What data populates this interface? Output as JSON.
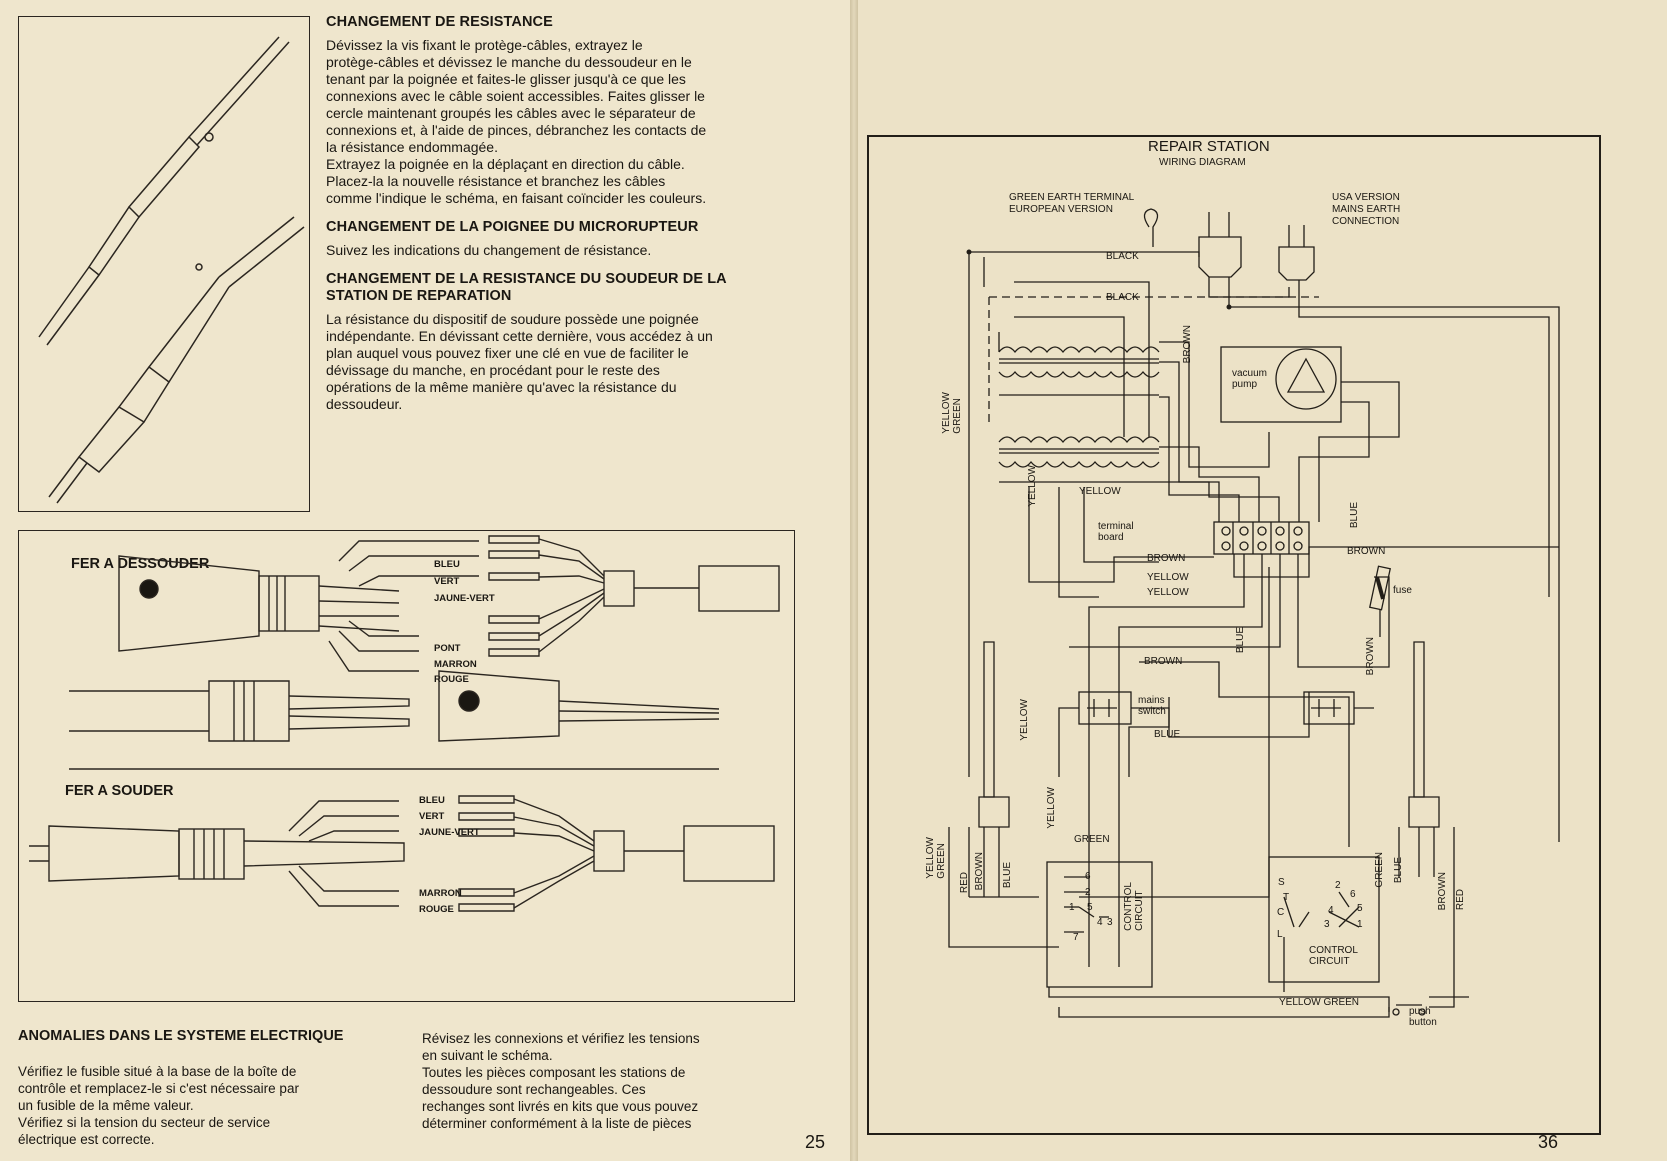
{
  "left_page": {
    "sections": [
      {
        "title": "CHANGEMENT DE RESISTANCE",
        "body": "Dévissez la vis fixant le protège-câbles, extrayez le\nprotège-câbles et dévissez le manche du dessoudeur en le\ntenant par la poignée et faites-le glisser jusqu'à ce que les\nconnexions avec le câble soient accessibles. Faites glisser le\ncercle maintenant groupés les câbles avec le séparateur de\nconnexions et, à l'aide de pinces, débranchez les contacts de\nla résistance endommagée.\nExtrayez la poignée en la déplaçant en direction du câble.\nPlacez-la la nouvelle résistance et branchez les câbles\ncomme l'indique le schéma, en faisant coïncider les couleurs."
      },
      {
        "title": "CHANGEMENT DE LA POIGNEE DU MICRORUPTEUR",
        "body": "Suivez les indications du changement de résistance."
      },
      {
        "title": "CHANGEMENT DE LA RESISTANCE DU SOUDEUR DE LA\nSTATION DE REPARATION",
        "body": "La résistance du dispositif de soudure possède une poignée\nindépendante. En dévissant cette dernière, vous accédez à un\nplan auquel vous pouvez fixer une clé en vue de faciliter le\ndévissage du manche, en procédant pour le reste des\nopérations de la même manière qu'avec la résistance du\ndessoudeur."
      }
    ],
    "figure": {
      "desoldering_label": "FER A DESSOUDER",
      "desoldering_wires_top": [
        "BLEU",
        "VERT",
        "JAUNE-VERT"
      ],
      "desoldering_wires_bottom": [
        "PONT",
        "MARRON",
        "ROUGE"
      ],
      "soldering_label": "FER A SOUDER",
      "soldering_wires_top": [
        "BLEU",
        "VERT",
        "JAUNE-VERT"
      ],
      "soldering_wires_bottom": [
        "MARRON",
        "ROUGE"
      ]
    },
    "bottom": {
      "heading": "ANOMALIES DANS LE SYSTEME ELECTRIQUE",
      "left_text": "Vérifiez le fusible situé à la base de la boîte de\ncontrôle et remplacez-le si c'est nécessaire par\nun fusible de la même valeur.\nVérifiez si la tension du secteur de service\nélectrique est correcte.",
      "right_text": "Révisez les connexions et vérifiez les tensions\nen suivant le schéma.\nToutes les pièces composant les stations de\ndessoudure sont rechangeables. Ces\nrechanges sont livrés en kits que vous pouvez\ndéterminer conformément à la liste de pièces"
    },
    "page_number": "25"
  },
  "right_page": {
    "title": "REPAIR STATION",
    "subtitle": "WIRING DIAGRAM",
    "labels": {
      "earth_terminal": "GREEN EARTH TERMINAL\nEUROPEAN VERSION",
      "usa_version": "USA VERSION\nMAINS EARTH\nCONNECTION",
      "black": "BLACK",
      "brown": "BROWN",
      "yellow": "YELLOW",
      "yellow_green": "YELLOW\nGREEN",
      "blue": "BLUE",
      "green": "GREEN",
      "red": "RED",
      "vacuum_pump": "vacuum\npump",
      "terminal_board": "terminal\nboard",
      "fuse": "fuse",
      "mains_switch": "mains\nswitch",
      "control_circuit": "CONTROL\nCIRCUIT",
      "yellow_green_inline": "YELLOW GREEN",
      "push_button": "push\nbutton"
    },
    "left_circuit_pins": [
      "6",
      "2",
      "1",
      "5",
      "4",
      "3",
      "7"
    ],
    "right_circuit_pins": [
      "S",
      "T",
      "C",
      "L",
      "2",
      "6",
      "4",
      "5",
      "3",
      "1"
    ],
    "page_number": "36"
  },
  "colors": {
    "paper": "#efe6cd",
    "ink": "#1a1712"
  }
}
